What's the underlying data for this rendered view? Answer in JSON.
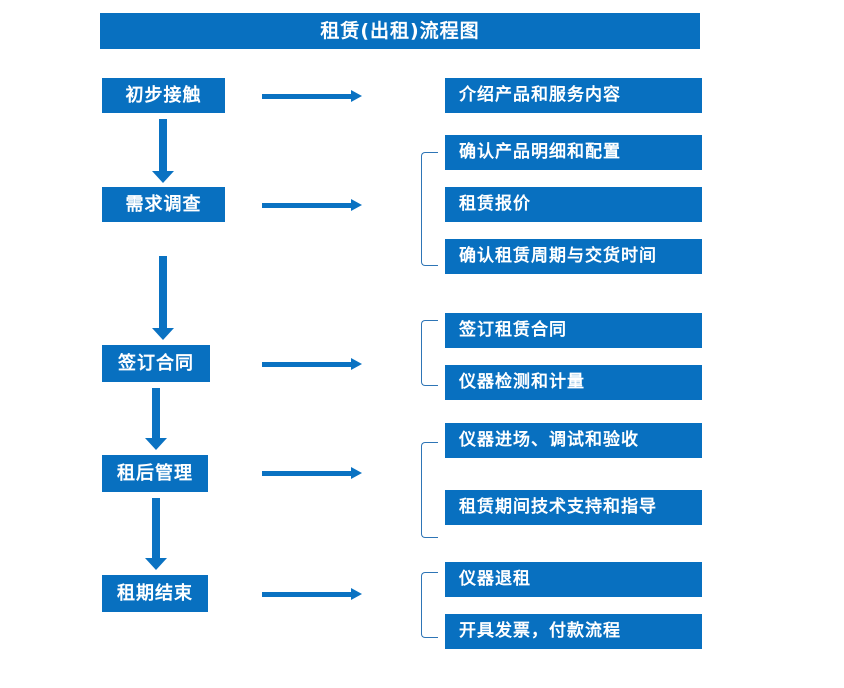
{
  "diagram": {
    "title": "租赁(出租)流程图",
    "accent_color": "#0870C0",
    "arrow_color": "#0A72C2",
    "bracket_color": "#2E75B6",
    "text_color": "#FFFFFF",
    "background_color": "#FFFFFF"
  },
  "stages": [
    {
      "id": "stage-1",
      "label": "初步接触"
    },
    {
      "id": "stage-2",
      "label": "需求调查"
    },
    {
      "id": "stage-3",
      "label": "签订合同"
    },
    {
      "id": "stage-4",
      "label": "租后管理"
    },
    {
      "id": "stage-5",
      "label": "租期结束"
    }
  ],
  "details": {
    "group_1": [
      {
        "id": "detail-1-1",
        "label": "介绍产品和服务内容"
      }
    ],
    "group_2": [
      {
        "id": "detail-2-1",
        "label": "确认产品明细和配置"
      },
      {
        "id": "detail-2-2",
        "label": "租赁报价"
      },
      {
        "id": "detail-2-3",
        "label": "确认租赁周期与交货时间"
      }
    ],
    "group_3": [
      {
        "id": "detail-3-1",
        "label": "签订租赁合同"
      },
      {
        "id": "detail-3-2",
        "label": "仪器检测和计量"
      }
    ],
    "group_4": [
      {
        "id": "detail-4-1",
        "label": "仪器进场、调试和验收"
      },
      {
        "id": "detail-4-2",
        "label": "租赁期间技术支持和指导"
      }
    ],
    "group_5": [
      {
        "id": "detail-5-1",
        "label": "仪器退租"
      },
      {
        "id": "detail-5-2",
        "label": "开具发票，付款流程"
      }
    ]
  },
  "chart_data": {
    "type": "diagram",
    "title": "租赁(出租)流程图",
    "flow": [
      {
        "stage": "初步接触",
        "outputs": [
          "介绍产品和服务内容"
        ]
      },
      {
        "stage": "需求调查",
        "outputs": [
          "确认产品明细和配置",
          "租赁报价",
          "确认租赁周期与交货时间"
        ]
      },
      {
        "stage": "签订合同",
        "outputs": [
          "签订租赁合同",
          "仪器检测和计量"
        ]
      },
      {
        "stage": "租后管理",
        "outputs": [
          "仪器进场、调试和验收",
          "租赁期间技术支持和指导"
        ]
      },
      {
        "stage": "租期结束",
        "outputs": [
          "仪器退租",
          "开具发票，付款流程"
        ]
      }
    ],
    "sequence": [
      "初步接触",
      "需求调查",
      "签订合同",
      "租后管理",
      "租期结束"
    ]
  }
}
